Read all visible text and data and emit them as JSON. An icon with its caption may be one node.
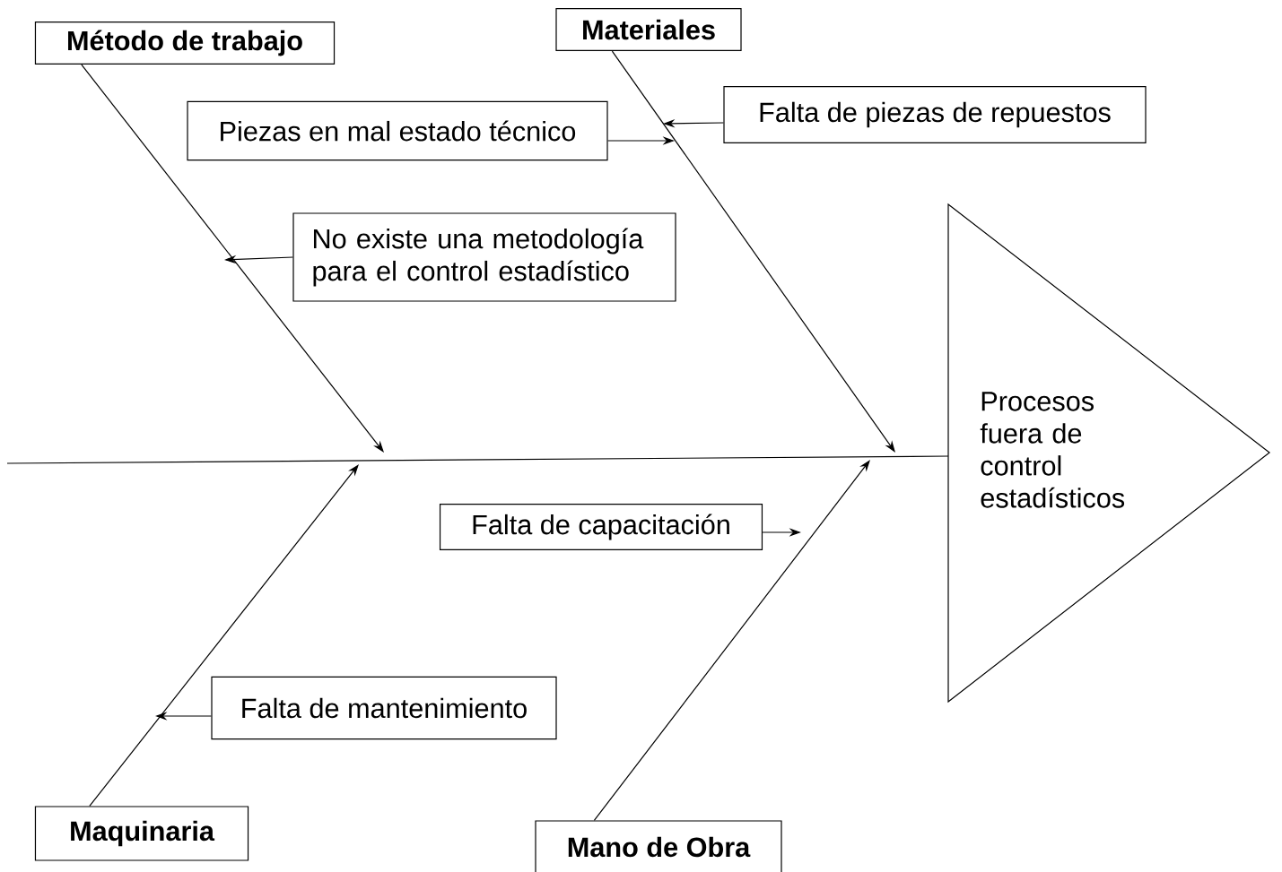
{
  "diagram": {
    "nodes": [
      {
        "text": [
          "Método de trabajo"
        ]
      },
      {
        "text": [
          "Materiales"
        ]
      },
      {
        "text": [
          "Piezas en mal estado técnico"
        ]
      },
      {
        "text": [
          "Falta de piezas de repuestos"
        ]
      },
      {
        "text": [
          "No existe una metodología para el control estadístico"
        ]
      },
      {
        "text": [
          "Procesos fuera de control estadísticos"
        ]
      },
      {
        "text": [
          "Falta de capacitación"
        ]
      },
      {
        "text": [
          "Falta de mantenimiento"
        ]
      },
      {
        "text": [
          "Maquinaria"
        ]
      },
      {
        "text": [
          "Mano de Obra"
        ]
      }
    ],
    "edges": [
      {
        "from": null,
        "to": 5,
        "arrow": "none"
      },
      {
        "from": 0,
        "to": null,
        "arrow": "to"
      },
      {
        "from": 1,
        "to": null,
        "arrow": "to"
      },
      {
        "from": 8,
        "to": null,
        "arrow": "to"
      },
      {
        "from": 9,
        "to": null,
        "arrow": "to"
      },
      {
        "from": 2,
        "to": null,
        "arrow": "to"
      },
      {
        "from": 3,
        "to": null,
        "arrow": "to"
      },
      {
        "from": 4,
        "to": null,
        "arrow": "to"
      },
      {
        "from": 6,
        "to": null,
        "arrow": "to"
      },
      {
        "from": 7,
        "to": null,
        "arrow": "to"
      }
    ]
  }
}
